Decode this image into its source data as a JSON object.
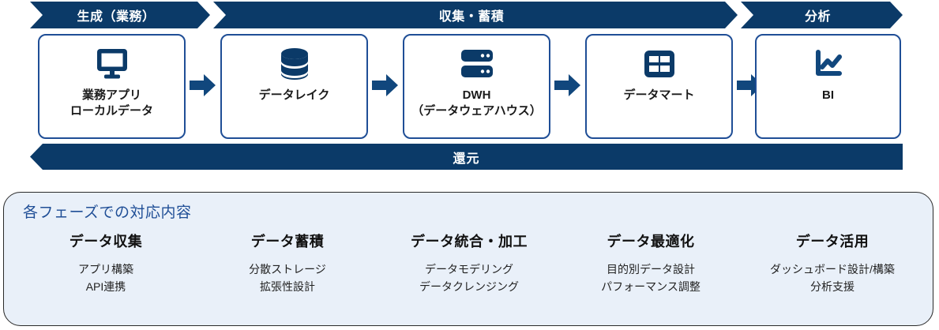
{
  "banner": {
    "phases": [
      {
        "label": "生成（業務）"
      },
      {
        "label": "収集・蓄積"
      },
      {
        "label": "分析"
      }
    ]
  },
  "pipeline": {
    "stages": [
      {
        "icon": "monitor-icon",
        "label": "業務アプリ\nローカルデータ"
      },
      {
        "icon": "database-cylinder-icon",
        "label": "データレイク"
      },
      {
        "icon": "server-rack-icon",
        "label": "DWH\n（データウェアハウス）"
      },
      {
        "icon": "grid-table-icon",
        "label": "データマート"
      },
      {
        "icon": "line-chart-icon",
        "label": "BI"
      }
    ],
    "arrow_icon": "right-arrow-icon"
  },
  "return_bar": {
    "label": "還元"
  },
  "detail_panel": {
    "title": "各フェーズでの対応内容",
    "columns": [
      {
        "title": "データ収集",
        "items": [
          "アプリ構築",
          "API連携"
        ]
      },
      {
        "title": "データ蓄積",
        "items": [
          "分散ストレージ",
          "拡張性設計"
        ]
      },
      {
        "title": "データ統合・加工",
        "items": [
          "データモデリング",
          "データクレンジング"
        ]
      },
      {
        "title": "データ最適化",
        "items": [
          "目的別データ設計",
          "パフォーマンス調整"
        ]
      },
      {
        "title": "データ活用",
        "items": [
          "ダッシュボード設計/構築",
          "分析支援"
        ]
      }
    ]
  },
  "colors": {
    "navy": "#0b3a68",
    "card_border": "#1f4e96",
    "panel_bg": "#e9f0f9",
    "title_blue": "#1f4e96",
    "text": "#1a1a1a"
  }
}
